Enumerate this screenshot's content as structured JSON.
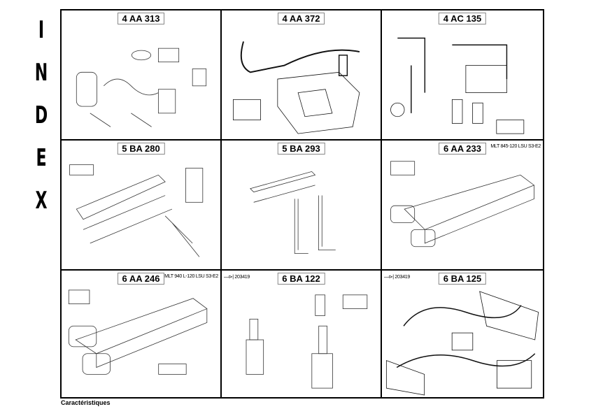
{
  "index_letters": [
    "I",
    "N",
    "D",
    "E",
    "X"
  ],
  "cells": [
    {
      "code": "4 AA 313",
      "note": ""
    },
    {
      "code": "4 AA 372",
      "note": ""
    },
    {
      "code": "4 AC 135",
      "note": ""
    },
    {
      "code": "5 BA 280",
      "note": ""
    },
    {
      "code": "5 BA 293",
      "note": ""
    },
    {
      "code": "6 AA 233",
      "note": "MLT 845-120 LSU S3-E2"
    },
    {
      "code": "6 AA 246",
      "note": "MLT 940 L-120 LSU S3-E2"
    },
    {
      "code": "6 BA 122",
      "note": "—⊳| 203419"
    },
    {
      "code": "6 BA 125",
      "note": "—⊳| 203419"
    }
  ],
  "footer": "Caractéristiques"
}
